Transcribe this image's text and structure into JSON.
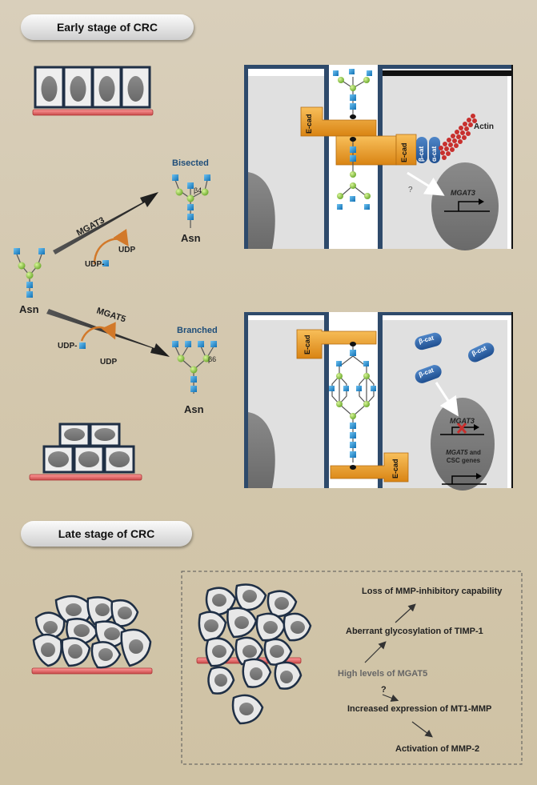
{
  "stages": {
    "early": "Early stage of CRC",
    "late": "Late stage of CRC"
  },
  "glycan": {
    "asn": "Asn",
    "bisected": "Bisected",
    "branched": "Branched",
    "beta4": "β4",
    "beta6": "β6",
    "mgat3": "MGAT3",
    "mgat5": "MGAT5",
    "udp": "UDP",
    "udp_sugar": "UDP-"
  },
  "panel_top": {
    "ecad": "E-cad",
    "beta_cat": "β-cat",
    "alpha_cat": "α-cat",
    "actin": "Actin",
    "question": "?",
    "mgat3_gene": "MGAT3"
  },
  "panel_bottom": {
    "ecad": "E-cad",
    "beta_cat": "β-cat",
    "mgat3_gene": "MGAT3",
    "mgat5_gene": "MGAT5",
    "csc_genes": " and CSC genes"
  },
  "late_stage": {
    "loss": "Loss of MMP-inhibitory capability",
    "aberrant": "Aberrant glycosylation of TIMP-1",
    "high": "High levels of MGAT5",
    "question": "?",
    "increased": "Increased expression of MT1-MMP",
    "activation": "Activation of MMP-2"
  },
  "colors": {
    "background": "#d6cbb2",
    "membrane": "#2e4a6b",
    "cell": "#e1e1e1",
    "nucleus": "#7e7e7e",
    "basement": "#e36c6c",
    "ecad": "#f0a030",
    "beta_cat": "#2f6bb3",
    "glcnac": "#1e90d6",
    "mannose": "#8cc63f",
    "actin": "#c8302e",
    "arrow": "#444444"
  }
}
